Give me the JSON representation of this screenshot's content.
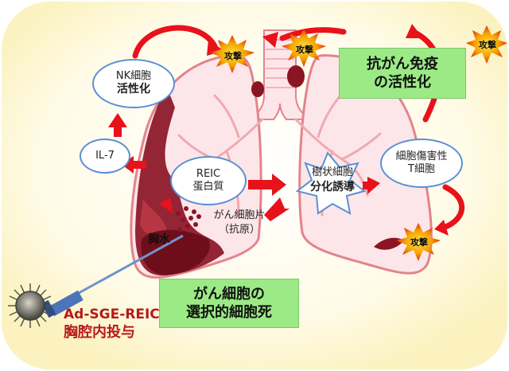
{
  "nodes": {
    "nk_cell": {
      "line1": "NK細胞",
      "line2": "活性化"
    },
    "il7": {
      "label": "IL-7"
    },
    "reic_protein": {
      "line1": "REIC",
      "line2": "蛋白質"
    },
    "dendritic": {
      "line1": "樹状細胞",
      "line2": "分化誘導"
    },
    "cytotoxic_t": {
      "line1": "細胞傷害性",
      "line2": "T細胞"
    },
    "antitumor": {
      "line1": "抗がん免疫",
      "line2": "の活性化"
    },
    "selective_death": {
      "line1": "がん細胞の",
      "line2": "選択的細胞死"
    },
    "fragments": {
      "line1": "がん細胞片",
      "line2": "（抗原）"
    },
    "pleural_effusion": {
      "label": "胸水"
    },
    "administration": {
      "line1": "Ad-SGE-REIC",
      "line2": "胸腔内投与"
    }
  },
  "attack_labels": [
    "攻撃",
    "攻撃",
    "攻撃",
    "攻撃"
  ],
  "colors": {
    "background": "#fdf8d8",
    "lung_fill": "#fde6e9",
    "lung_outline": "#e2848c",
    "tumor": "#8a1525",
    "arrow_red": "#e8121b",
    "oval_border": "#5b8fd3",
    "green_box": "#9bea86",
    "admin_text": "#b8191b",
    "burst_outer": "#f4a100",
    "burst_inner": "#e52b14"
  }
}
